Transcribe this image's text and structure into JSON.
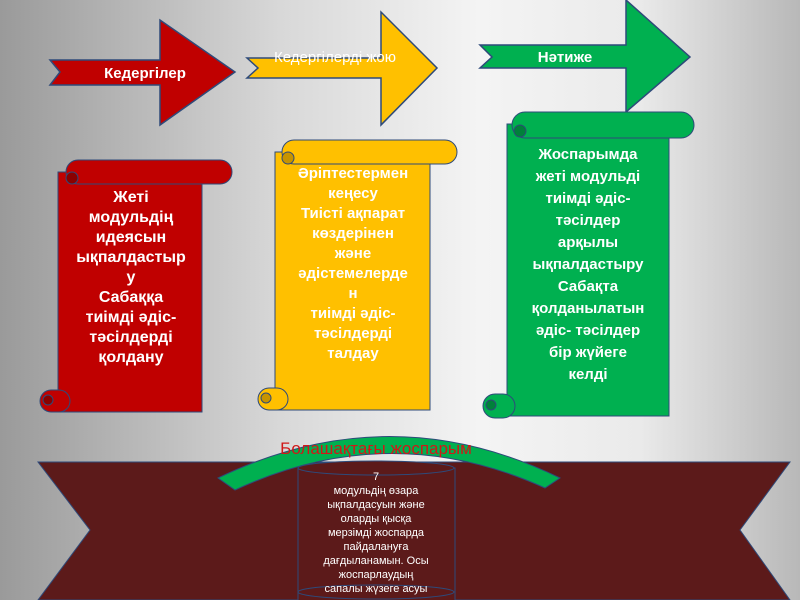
{
  "colors": {
    "red": "#c00000",
    "yellow": "#ffc000",
    "green": "#00b050",
    "maroon": "#5c1a1a",
    "outline": "#2e4a7a"
  },
  "arrows": [
    {
      "label": "Кедергілер"
    },
    {
      "label": "Кедергілерді жою"
    },
    {
      "label": "Нәтиже"
    }
  ],
  "scrolls": [
    {
      "lines": [
        "Жеті",
        "модульдің",
        "идеясын",
        "ықпалдастыр",
        "у",
        "Сабаққа",
        "тиімді әдіс-",
        "тәсілдерді",
        "қолдану"
      ]
    },
    {
      "lines": [
        "Әріптестермен",
        "кеңесу",
        "Тиісті ақпарат",
        "көздерінен",
        "және",
        "әдістемелерде",
        "н",
        "тиімді әдіс-",
        "тәсілдерді",
        "талдау"
      ]
    },
    {
      "lines": [
        "Жоспарымда",
        "жеті модульді",
        "тиімді әдіс-",
        "тәсілдер",
        "арқылы",
        "ықпалдастыру",
        "Сабақта",
        "қолданылатын",
        "әдіс- тәсілдер",
        "бір жүйеге",
        "келді"
      ]
    }
  ],
  "future": {
    "title": "Болашақтағы жоспарым",
    "lines": [
      "7",
      "модульдің өзара",
      "ықпалдасуын және",
      "оларды қысқа",
      "мерзімді жоспарда",
      "пайдалануға",
      "дағдыланамын. Осы",
      "жоспарлаудың",
      "сапалы жүзеге асуы"
    ]
  }
}
